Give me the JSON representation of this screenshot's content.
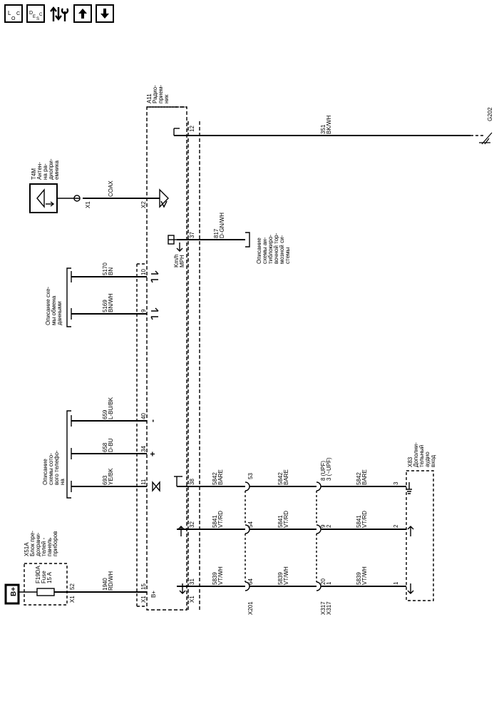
{
  "toolbar": {
    "loc_label": "L O C",
    "desc_label": "D E S C",
    "up_label": "↑",
    "down_label": "↓"
  },
  "battery": "B+",
  "fuse_block": {
    "ref": "X51A",
    "name_lines": [
      "Блок пре-",
      "дохрани-",
      "телей -",
      "панель",
      "приборов"
    ],
    "fuse_lines": [
      "F19DA",
      "Fuse",
      "15 A"
    ],
    "connector": "X1",
    "pin": "52"
  },
  "antenna": {
    "ref": "T4M",
    "name_lines": [
      "Антен-",
      "на ра-",
      "диопри-",
      "емника"
    ],
    "connector": "X1"
  },
  "radio": {
    "ref": "A11",
    "name_lines": [
      "Радио-",
      "прием-",
      "ник"
    ],
    "bplus_label": "B+"
  },
  "ground": {
    "ref": "G202"
  },
  "data_bus_desc": [
    "Описание схе-",
    "мы обмена",
    "данными"
  ],
  "cell_phone_desc": [
    "Описание",
    "схемы сото-",
    "вого телефо-",
    "на"
  ],
  "abs_desc": [
    "Описание",
    "схемы ан-",
    "тиблокиро-",
    "вочной тор-",
    "мозной си-",
    "стемы"
  ],
  "speed_labels": [
    "Km/h",
    "MPH"
  ],
  "aux": {
    "ref": "X83",
    "name_lines": [
      "Дополни-",
      "тельный",
      "аудио",
      "вход"
    ]
  },
  "connectors": {
    "x1_radio_left": "X1",
    "x1_radio_right": "X1",
    "x2_radio": "X2",
    "x201": "X201",
    "x317_a": "X317",
    "x317_b": "X317"
  },
  "wires": {
    "fuse_to_radio": {
      "circuit": "1940",
      "color": "RD/WH",
      "pin": "15"
    },
    "ground_wire": {
      "circuit": "351",
      "color": "BK/WH",
      "pin": "12"
    },
    "coax": {
      "label": "COAX"
    },
    "abs_wire": {
      "circuit": "817",
      "color": "D-GN/WH",
      "pin": "37"
    },
    "bus_10": {
      "circuit": "5170",
      "color": "BN",
      "pin": "10"
    },
    "bus_9": {
      "circuit": "5169",
      "color": "BN/WH",
      "pin": "9"
    },
    "phone_40": {
      "circuit": "659",
      "color": "L-BU/BK",
      "pin": "40",
      "sign": "-"
    },
    "phone_34": {
      "circuit": "658",
      "color": "D-BU",
      "pin": "34",
      "sign": "+"
    },
    "phone_11": {
      "circuit": "693",
      "color": "YE/BK",
      "pin": "11"
    },
    "aux_shield": {
      "circuit": "5842",
      "color": "BARE",
      "radio_pin": "38",
      "x201_pin": "53",
      "x317_pin_lines": [
        "8 (UPF)",
        "3 (~UPF)"
      ],
      "aux_pin": "3"
    },
    "aux_left": {
      "circuit": "5841",
      "color": "VT/RD",
      "radio_pin": "32",
      "x201_pin": "54",
      "x317_pin_lines": [
        "9",
        "2"
      ],
      "aux_pin": "2"
    },
    "aux_right": {
      "circuit": "5839",
      "color": "VT/WH",
      "radio_pin": "31",
      "x201_pin": "64",
      "x317_pin_lines": [
        "20",
        "1"
      ],
      "aux_pin": "1"
    }
  }
}
